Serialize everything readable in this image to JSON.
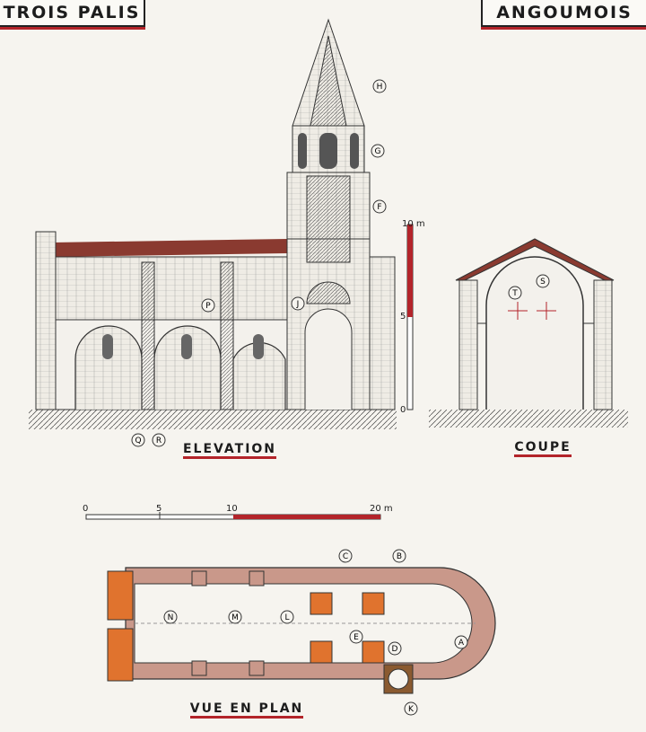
{
  "title_left": "TROIS PALIS",
  "title_right": "ANGOUMOIS",
  "views": {
    "elevation": "ELEVATION",
    "section": "COUPE",
    "plan": "VUE EN PLAN"
  },
  "elevation_scale": {
    "ticks": [
      "0",
      "5",
      "10 m"
    ]
  },
  "plan_scale": {
    "ticks": [
      "0",
      "5",
      "10",
      "20 m"
    ]
  },
  "elevation_markers": [
    "H",
    "G",
    "F",
    "J",
    "P",
    "Q",
    "R"
  ],
  "section_markers": [
    "T",
    "S"
  ],
  "plan_markers": [
    "C",
    "B",
    "N",
    "M",
    "L",
    "E",
    "D",
    "A",
    "K"
  ],
  "colors": {
    "accent_red": "#b3242a",
    "wall_fill": "#c9988a",
    "restored_orange": "#e0732e",
    "ink": "#1c1c1c"
  }
}
